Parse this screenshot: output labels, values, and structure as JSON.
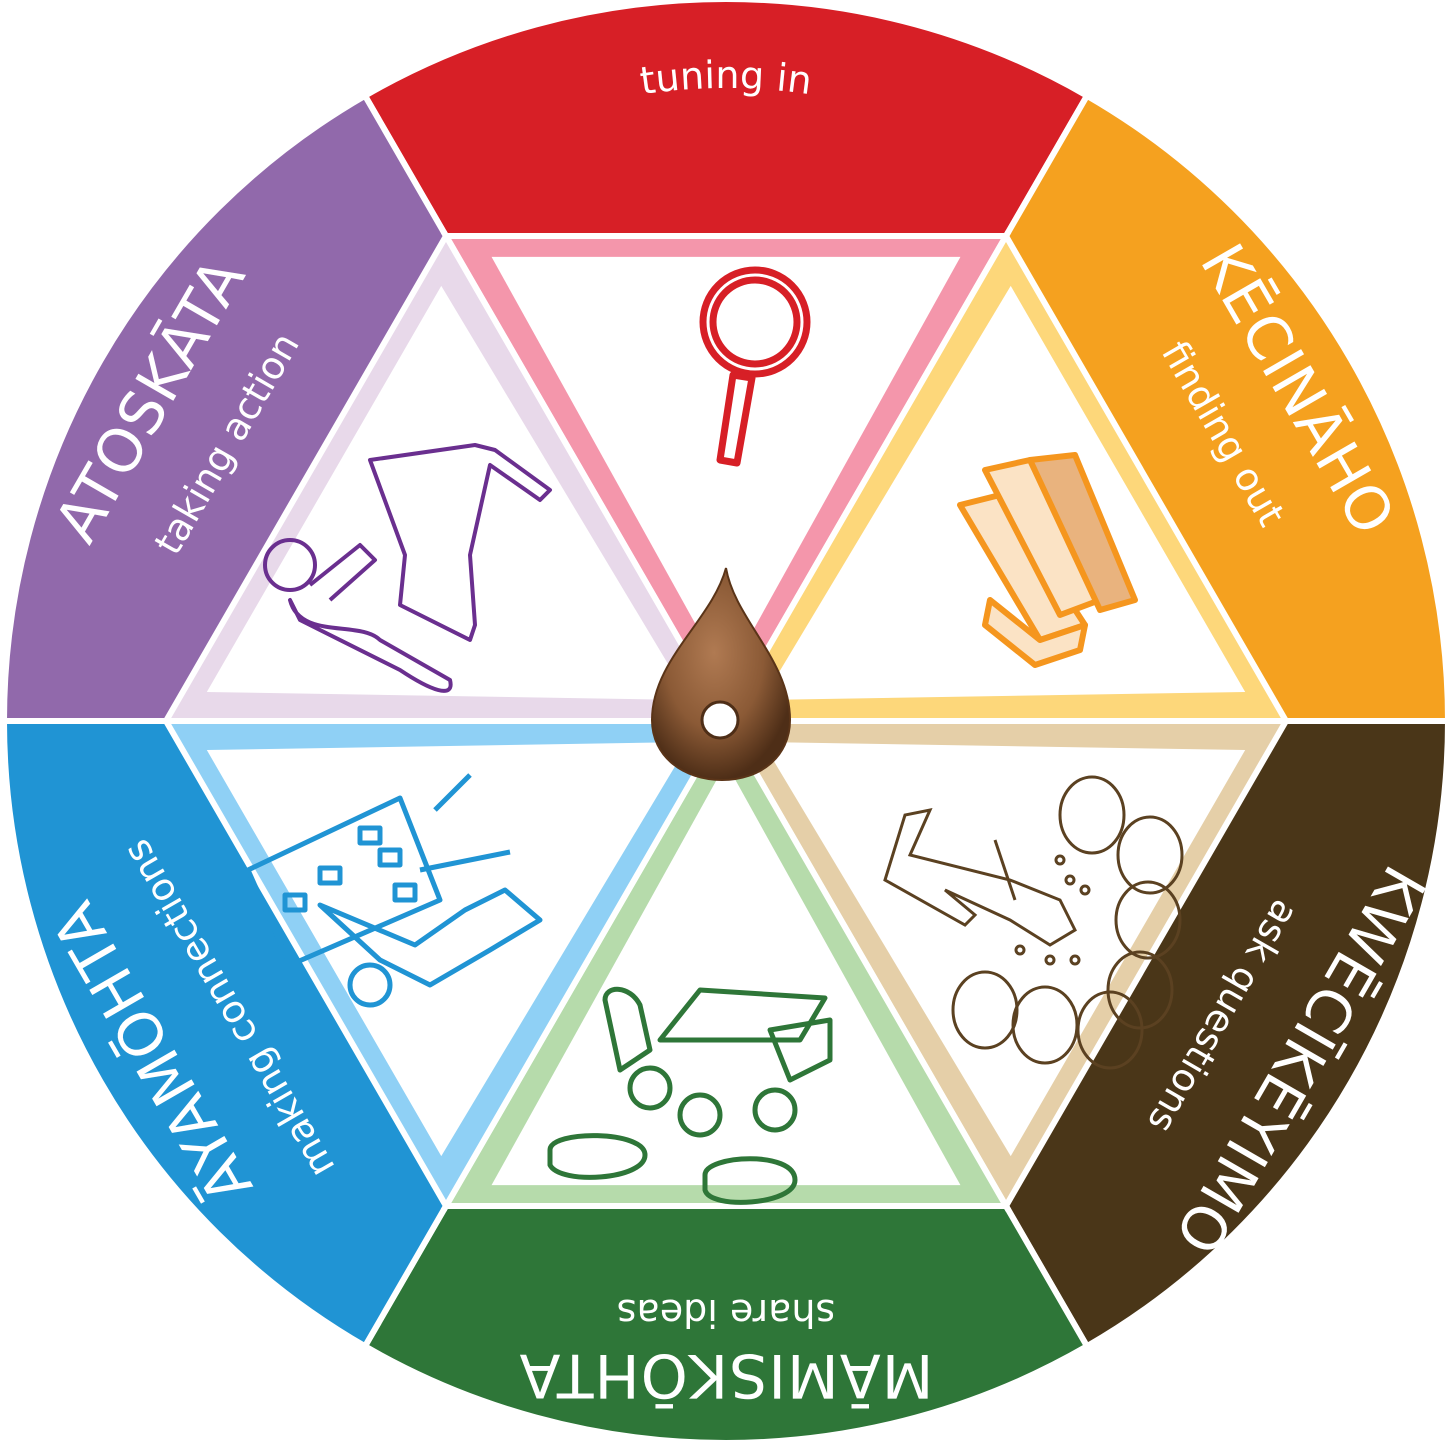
{
  "wheel": {
    "segments": [
      {
        "key": "nitoska",
        "title": "NITŌSKA",
        "subtitle": "tuning in",
        "outer_color": "#d71f26",
        "inner_color": "#f496ab",
        "icon_color": "#d71f26",
        "icon": "magnifying-glass-icon"
      },
      {
        "key": "kecinaho",
        "title": "KĒCINĀHO",
        "subtitle": "finding out",
        "outer_color": "#f5a11f",
        "inner_color": "#fdd77a",
        "icon_color": "#f5961e",
        "icon": "books-icon"
      },
      {
        "key": "kwecikeyimo",
        "title": "KWĒCĪKĒYIMO",
        "subtitle": "ask questions",
        "outer_color": "#4a3618",
        "inner_color": "#e5cfa8",
        "icon_color": "#5b4121",
        "icon": "thinking-person-questions-icon"
      },
      {
        "key": "mamiskohta",
        "title": "MĀMISKŌHTA",
        "subtitle": "share ideas",
        "outer_color": "#2e7638",
        "inner_color": "#b6dbab",
        "icon_color": "#2e7638",
        "icon": "group-discussion-icon"
      },
      {
        "key": "ayamohta",
        "title": "ĀYAMŌHTA",
        "subtitle": "making connections",
        "outer_color": "#2094d4",
        "inner_color": "#8fd0f5",
        "icon_color": "#2094d4",
        "icon": "diagram-board-icon"
      },
      {
        "key": "atoskata",
        "title": "ATOSKĀTA",
        "subtitle": "taking action",
        "outer_color": "#9169ab",
        "inner_color": "#e8d9ea",
        "icon_color": "#6a2f8f",
        "icon": "person-working-desk-icon"
      }
    ],
    "pointer": {
      "icon": "spinner-pointer-icon",
      "color": "#8b5a36"
    }
  }
}
